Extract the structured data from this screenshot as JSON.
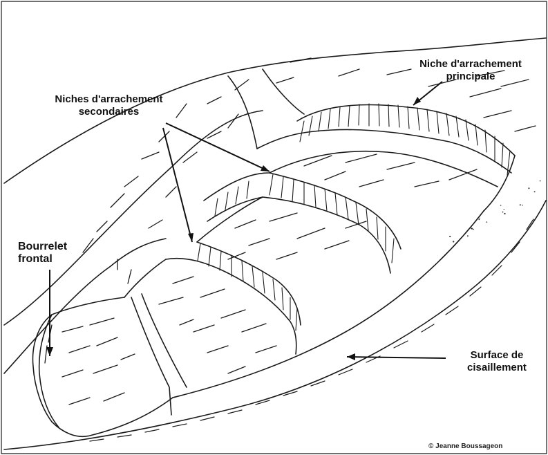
{
  "labels": {
    "main_scarp": [
      "Niche d'arrachement",
      "principale"
    ],
    "secondary_scarps": [
      "Niches d'arrachement",
      "secondaires"
    ],
    "toe": [
      "Bourrelet",
      "frontal"
    ],
    "shear_surface": [
      "Surface de",
      "cisaillement"
    ]
  },
  "credit": "© Jeanne Boussageon",
  "colors": {
    "ink": "#1a1a1a",
    "background": "#ffffff"
  }
}
